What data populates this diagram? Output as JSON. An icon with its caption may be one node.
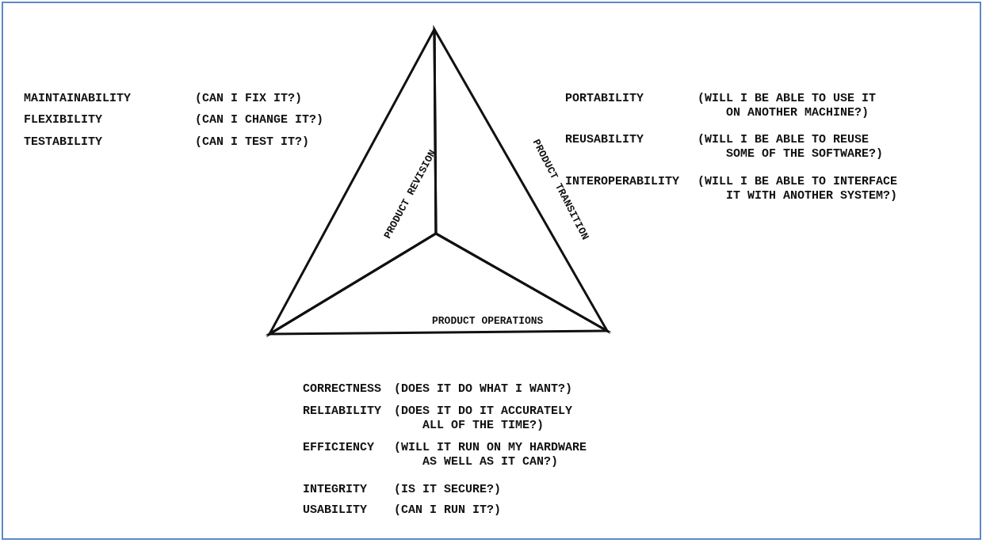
{
  "diagram": {
    "nodes": [
      {
        "text": [
          "PRODUCT REVISION"
        ],
        "beside": [
          "MAINTAINABILITY",
          "(CAN I FIX IT?)",
          "FLEXIBILITY",
          "(CAN I CHANGE IT?)",
          "TESTABILITY",
          "(CAN I TEST IT?)"
        ]
      },
      {
        "text": [
          "PRODUCT TRANSITION"
        ],
        "beside": [
          "PORTABILITY",
          "(WILL I BE ABLE TO USE IT ON ANOTHER MACHINE?)",
          "REUSABILITY",
          "(WILL I BE ABLE TO REUSE SOME OF THE SOFTWARE?)",
          "INTEROPERABILITY",
          "(WILL I BE ABLE TO INTERFACE IT WITH ANOTHER SYSTEM?)"
        ]
      },
      {
        "text": [
          "PRODUCT OPERATIONS"
        ],
        "beside": [
          "CORRECTNESS",
          "(DOES IT DO WHAT I WANT?)",
          "RELIABILITY",
          "(DOES IT DO IT ACCURATELY ALL OF THE TIME?)",
          "EFFICIENCY",
          "(WILL IT RUN ON MY HARDWARE AS WELL AS IT CAN?)",
          "INTEGRITY",
          "(IS IT SECURE?)",
          "USABILITY",
          "(CAN I RUN IT?)"
        ]
      }
    ]
  }
}
